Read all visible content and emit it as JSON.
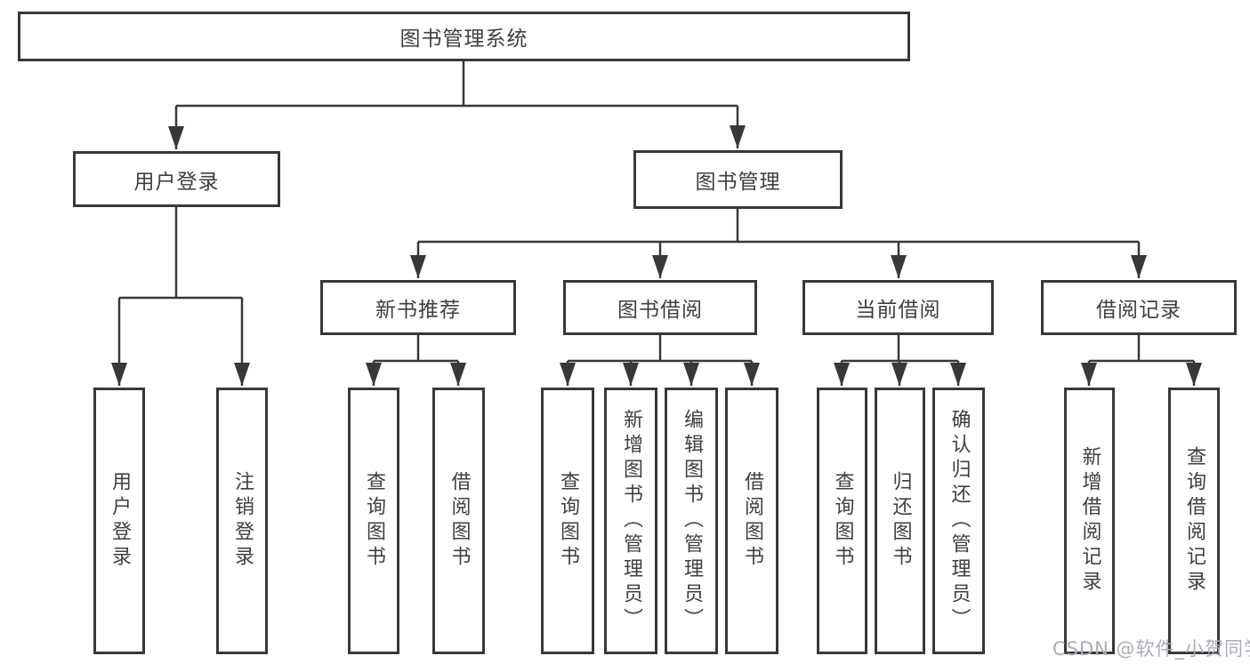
{
  "colors": {
    "line": "#383838",
    "box_border": "#383838",
    "text": "#3f3f3f",
    "background": "#ffffff",
    "watermark": "#aaadb4"
  },
  "watermark": "CSDN @软件_小贺同学",
  "tree": {
    "root": {
      "label": "图书管理系统",
      "children": [
        {
          "label": "用户登录",
          "children": [
            {
              "label": "用户登录"
            },
            {
              "label": "注销登录"
            }
          ]
        },
        {
          "label": "图书管理",
          "children": [
            {
              "label": "新书推荐",
              "children": [
                {
                  "label": "查询图书"
                },
                {
                  "label": "借阅图书"
                }
              ]
            },
            {
              "label": "图书借阅",
              "children": [
                {
                  "label": "查询图书"
                },
                {
                  "label": "新增图书（管理员）"
                },
                {
                  "label": "编辑图书（管理员）"
                },
                {
                  "label": "借阅图书"
                }
              ]
            },
            {
              "label": "当前借阅",
              "children": [
                {
                  "label": "查询图书"
                },
                {
                  "label": "归还图书"
                },
                {
                  "label": "确认归还（管理员）"
                }
              ]
            },
            {
              "label": "借阅记录",
              "children": [
                {
                  "label": "新增借阅记录"
                },
                {
                  "label": "查询借阅记录"
                }
              ]
            }
          ]
        }
      ]
    }
  }
}
